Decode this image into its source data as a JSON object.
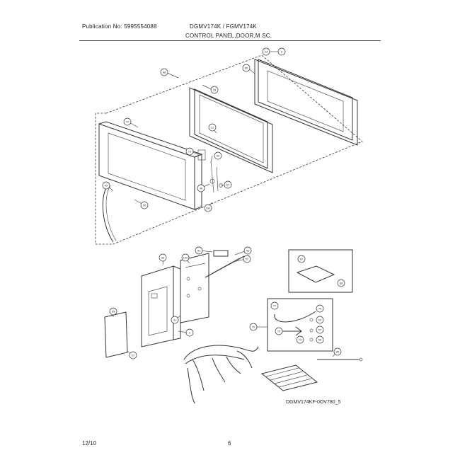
{
  "header": {
    "publication": "Publication No: 5995554088",
    "models": "DGMV174K / FGMV174K",
    "section_title": "CONTROL PANEL,DOOR,M SC."
  },
  "footer": {
    "date": "12/10",
    "page": "6"
  },
  "diagram": {
    "figure_code": "DGMV174KF-0OV780_5",
    "callouts": [
      {
        "id": "c-top",
        "label": "24"
      },
      {
        "id": "c-frame",
        "label": "9"
      },
      {
        "id": "c-big",
        "label": "68"
      },
      {
        "id": "c-panel",
        "label": "80"
      },
      {
        "id": "c-door",
        "label": "78"
      },
      {
        "id": "c-door2",
        "label": "72"
      },
      {
        "id": "c-hinge1",
        "label": "21"
      },
      {
        "id": "c-hinge2",
        "label": "73"
      },
      {
        "id": "c-hinge3",
        "label": "52"
      },
      {
        "id": "c-hinge4",
        "label": "67"
      },
      {
        "id": "c-hinge5",
        "label": "48"
      },
      {
        "id": "c-cord",
        "label": "49"
      },
      {
        "id": "c-corner",
        "label": "50"
      },
      {
        "id": "c-cp1",
        "label": "32"
      },
      {
        "id": "c-cp2",
        "label": "100"
      },
      {
        "id": "c-cp3",
        "label": "41"
      },
      {
        "id": "c-cp4",
        "label": "42"
      },
      {
        "id": "c-cp5",
        "label": "57"
      },
      {
        "id": "c-cp6",
        "label": "31"
      },
      {
        "id": "c-cp7",
        "label": "1"
      },
      {
        "id": "c-lbl1",
        "label": "99"
      },
      {
        "id": "c-lbl2",
        "label": "57"
      },
      {
        "id": "c-lit1",
        "label": "87"
      },
      {
        "id": "c-lit2",
        "label": "88"
      },
      {
        "id": "c-kit1",
        "label": "77"
      },
      {
        "id": "c-kit2",
        "label": "76"
      },
      {
        "id": "c-kit3",
        "label": "75"
      },
      {
        "id": "c-kit4",
        "label": "53"
      },
      {
        "id": "c-kit5",
        "label": "57"
      },
      {
        "id": "c-kit6",
        "label": "54"
      },
      {
        "id": "c-kit7",
        "label": "79"
      },
      {
        "id": "c-rod",
        "label": "85"
      },
      {
        "id": "c-kitlead",
        "label": "70"
      },
      {
        "id": "c-pc",
        "label": "109"
      }
    ]
  }
}
